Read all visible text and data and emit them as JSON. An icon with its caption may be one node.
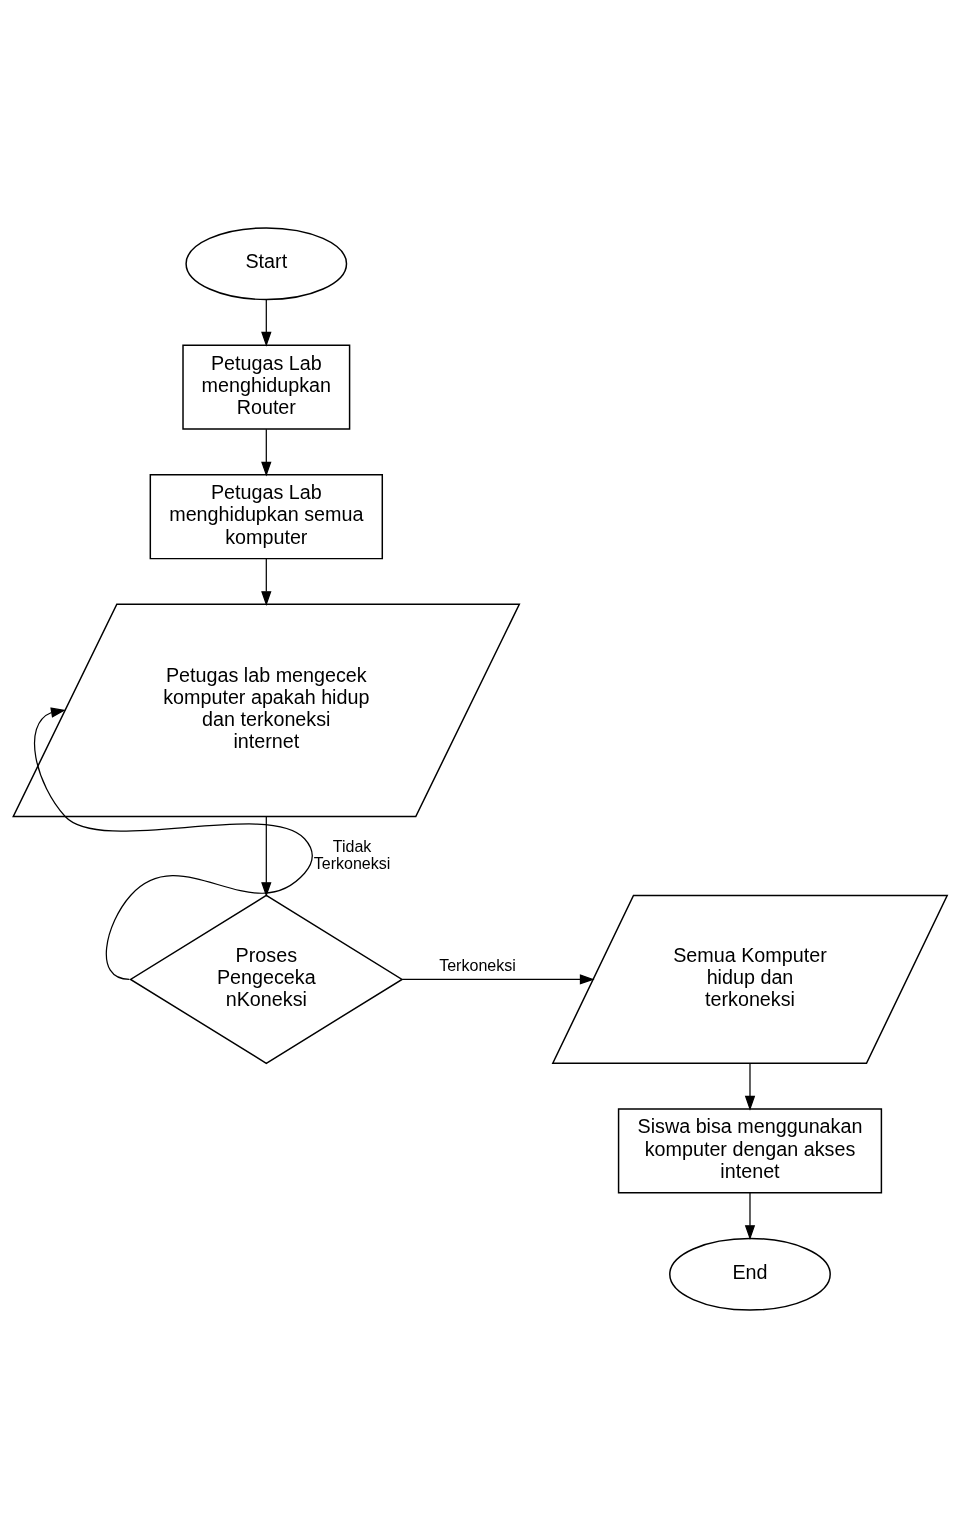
{
  "diagram": {
    "nodes": [
      {
        "text": [
          "Start"
        ]
      },
      {
        "text": [
          "Petugas Lab menghidupkan Router"
        ]
      },
      {
        "text": [
          "Petugas Lab menghidupkan semua komputer"
        ]
      },
      {
        "text": [
          "Petugas lab mengecek komputer apakah hidup dan terkoneksi internet"
        ]
      },
      {
        "text": [
          "Proses Pengeceka nKoneksi"
        ]
      },
      {
        "text": [
          "Semua Komputer hidup dan terkoneksi"
        ]
      },
      {
        "text": [
          "Siswa bisa menggunakan komputer dengan akses intenet"
        ]
      },
      {
        "text": [
          "End"
        ]
      }
    ],
    "edges": [
      {
        "from": 0,
        "to": 1,
        "arrow": "to"
      },
      {
        "from": 1,
        "to": 2,
        "arrow": "to"
      },
      {
        "from": 2,
        "to": 3,
        "arrow": "to"
      },
      {
        "from": 3,
        "to": 4,
        "arrow": "to"
      },
      {
        "from": 4,
        "to": 3,
        "arrow": "to",
        "label": "Tidak Terkoneksi"
      },
      {
        "from": 4,
        "to": 5,
        "arrow": "to",
        "label": "Terkoneksi"
      },
      {
        "from": 5,
        "to": 6,
        "arrow": "to"
      },
      {
        "from": 6,
        "to": 7,
        "arrow": "to"
      }
    ]
  }
}
